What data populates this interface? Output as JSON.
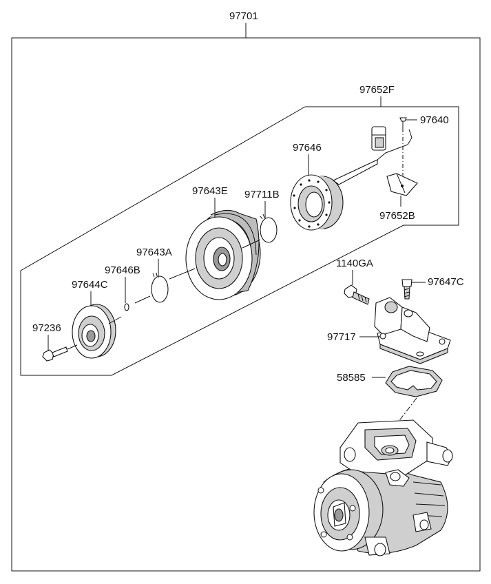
{
  "diagram": {
    "assembly_label": "97701",
    "labels": {
      "wire_harness": "97652F",
      "screw_top": "97640",
      "field_coil": "97646",
      "bracket": "97652B",
      "pulley": "97643E",
      "snap_ring_b": "97711B",
      "snap_ring_a": "97643A",
      "shim": "97646B",
      "hub": "97644C",
      "center_bolt": "97236",
      "flange_bolt": "1140GA",
      "flange_bolt_small": "97647C",
      "fitting": "97717",
      "gasket": "58585"
    }
  }
}
